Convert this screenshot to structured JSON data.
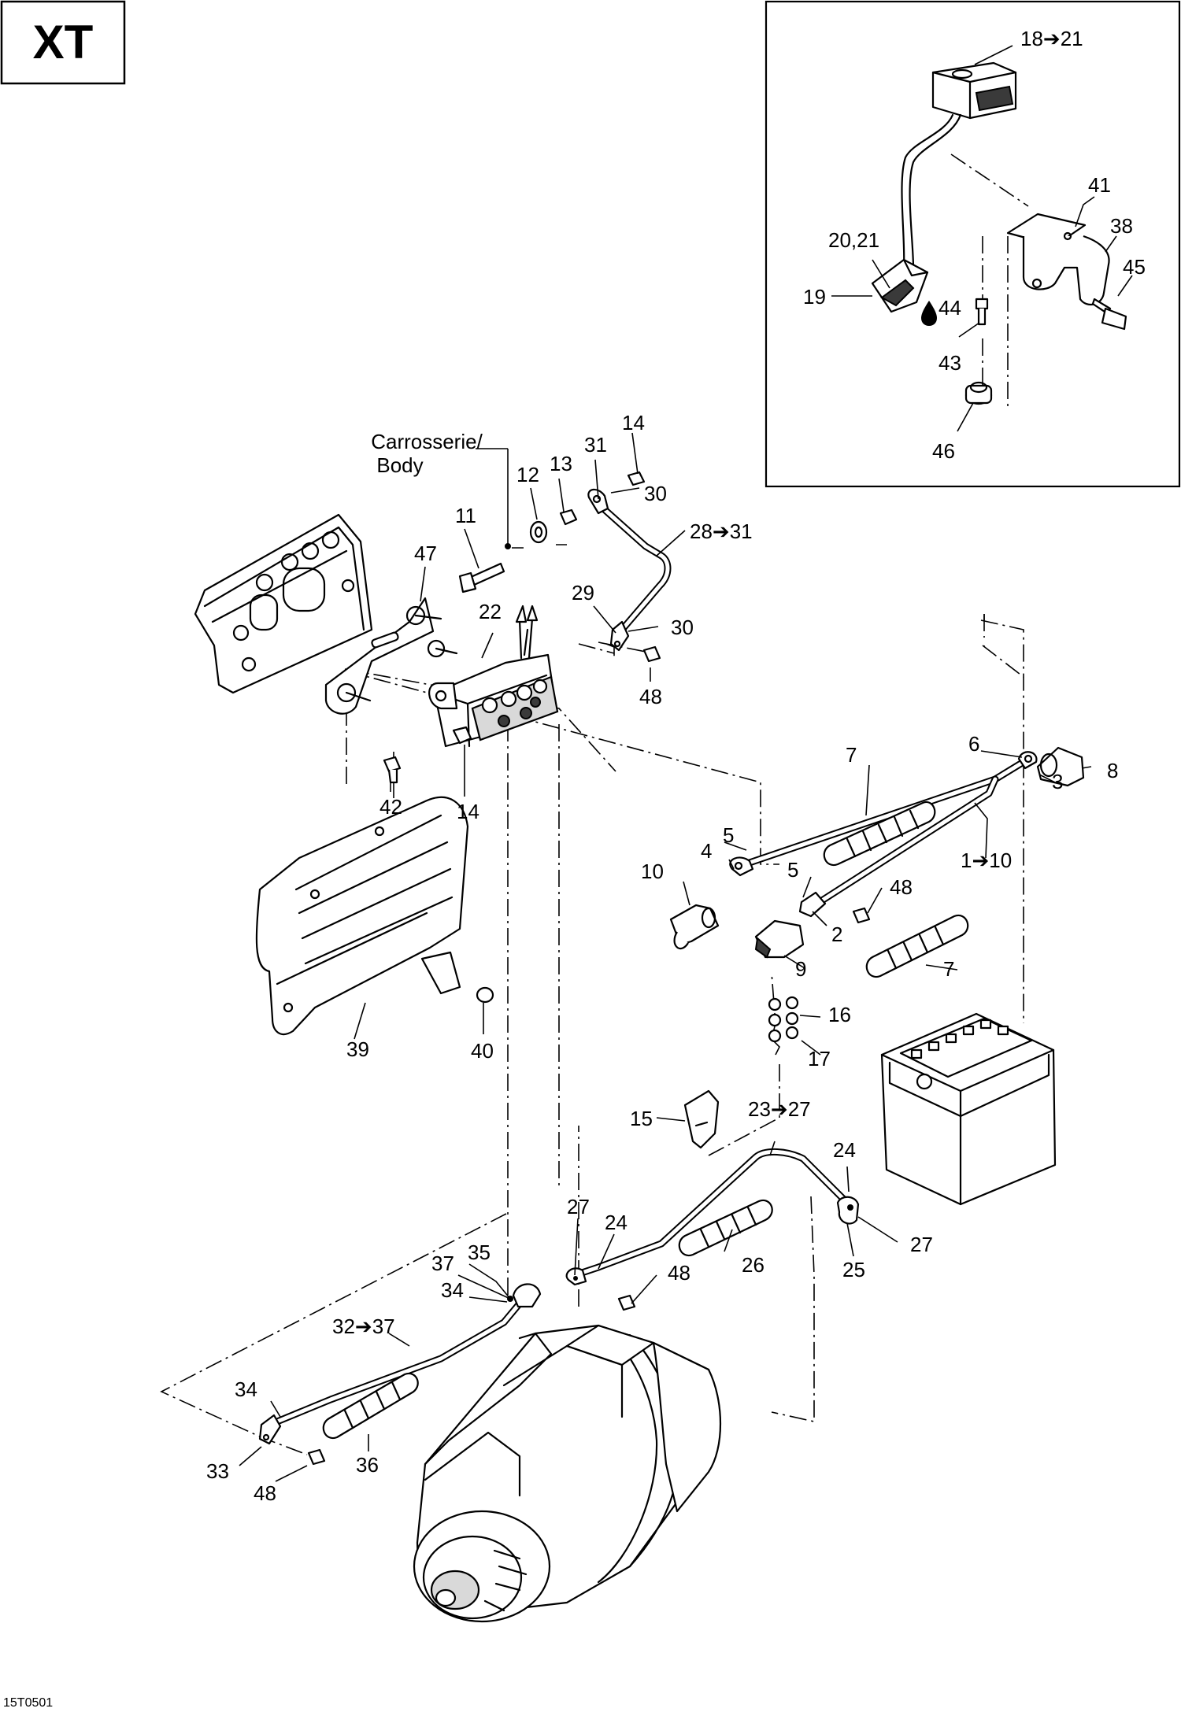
{
  "header": {
    "model_badge": "XT"
  },
  "footer": {
    "drawing_code": "15T0501"
  },
  "notes": {
    "body_fr": "Carrosserie/",
    "body_en": "Body"
  },
  "callouts": [
    "18➔21",
    "41",
    "38",
    "20,21",
    "45",
    "19",
    "44",
    "43",
    "46",
    "14",
    "31",
    "12",
    "13",
    "30",
    "11",
    "28➔31",
    "47",
    "29",
    "22",
    "30",
    "48",
    "42",
    "14",
    "7",
    "6",
    "3",
    "8",
    "5",
    "4",
    "10",
    "1➔10",
    "5",
    "48",
    "2",
    "9",
    "7",
    "16",
    "17",
    "39",
    "40",
    "15",
    "23➔27",
    "24",
    "27",
    "24",
    "48",
    "26",
    "27",
    "25",
    "35",
    "37",
    "34",
    "32➔37",
    "34",
    "36",
    "33",
    "48"
  ],
  "icons": {
    "loctite_drop": "drop-icon",
    "range_arrow": "arrow-right-icon"
  }
}
